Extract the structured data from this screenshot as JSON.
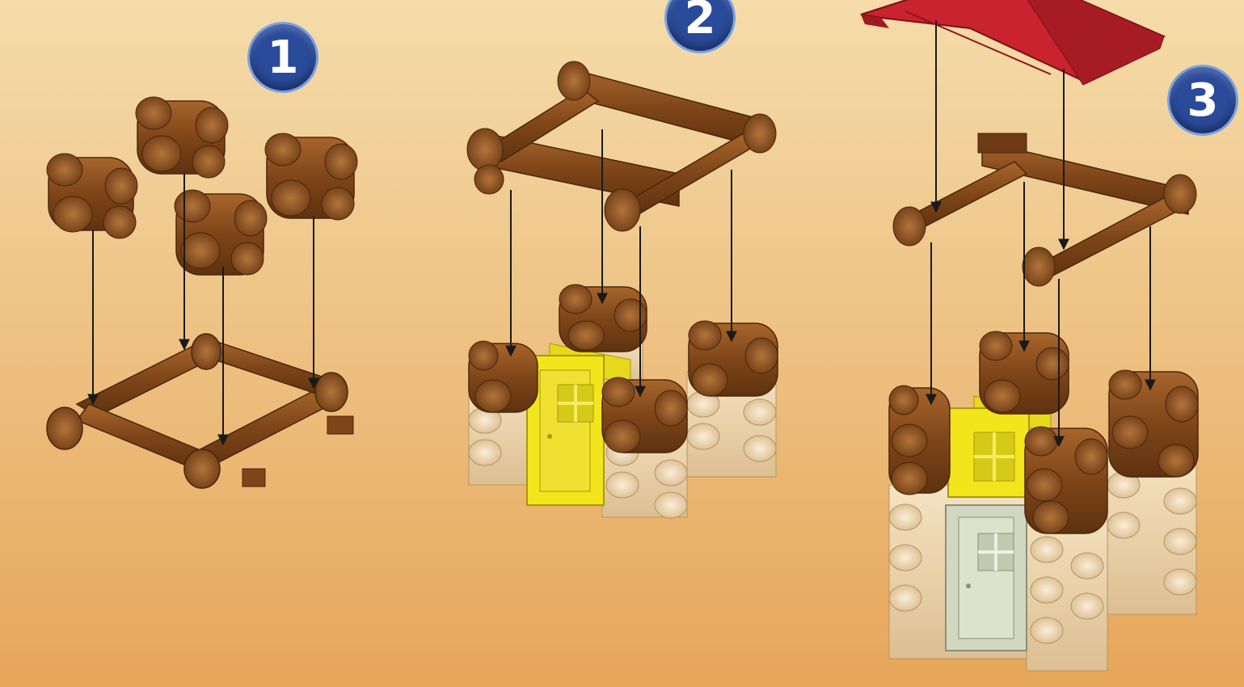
{
  "steps": [
    {
      "label": "1"
    },
    {
      "label": "2"
    },
    {
      "label": "3"
    }
  ],
  "colors": {
    "background_top": "#f4d9a6",
    "background_bottom": "#e8a95e",
    "dark_log": "#8a4d1e",
    "light_log": "#f0d7b0",
    "roof": "#c8232e",
    "window_frame": "#f2e51c",
    "door": "#d2d8c0",
    "badge": "#2a4a9a"
  }
}
